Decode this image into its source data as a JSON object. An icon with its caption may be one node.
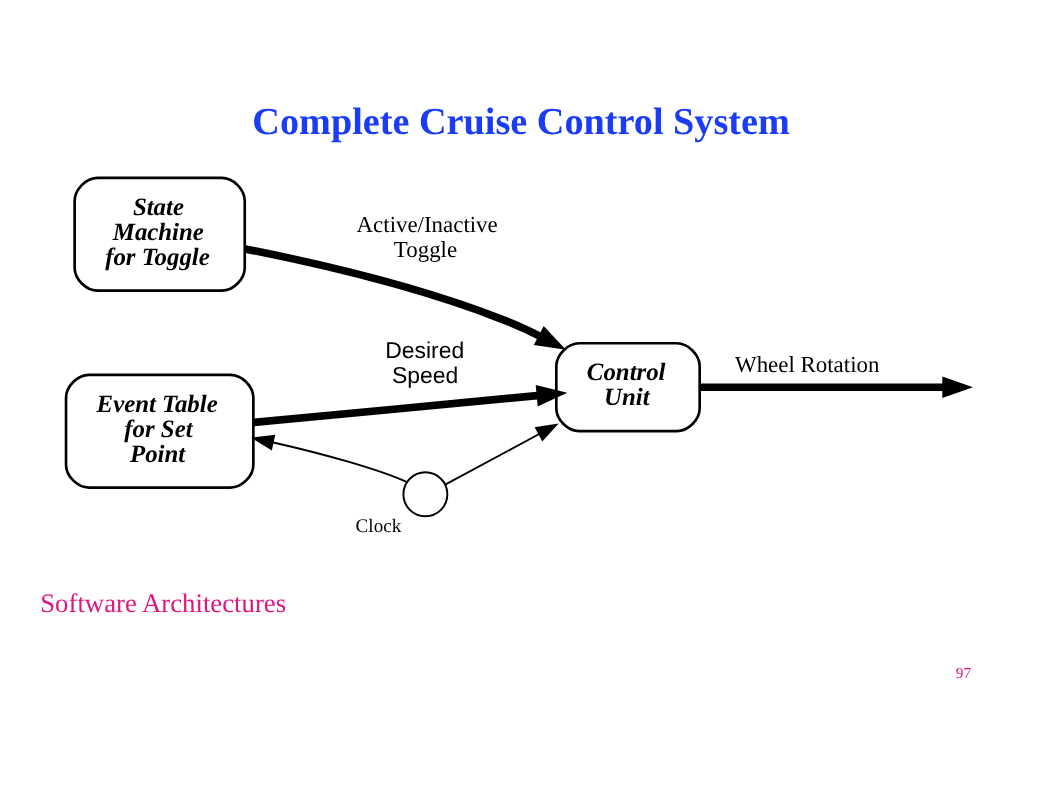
{
  "diagram": {
    "title": "Complete Cruise Control System",
    "nodes": [
      {
        "text": [
          "State Machine for Toggle"
        ]
      },
      {
        "text": [
          "Event Table for Set Point"
        ]
      },
      {
        "text": [
          "Control Unit"
        ]
      },
      {
        "text": [],
        "shape": "circle",
        "beside": [
          "Clock"
        ]
      }
    ],
    "edges": [
      {
        "from": 0,
        "to": 2,
        "arrow": "to",
        "label": "Active/Inactive Toggle"
      },
      {
        "from": 1,
        "to": 2,
        "arrow": "to",
        "label": "Desired Speed"
      },
      {
        "from": 2,
        "to": null,
        "arrow": "to",
        "label": "Wheel Rotation"
      },
      {
        "from": 3,
        "to": 1,
        "arrow": "to"
      },
      {
        "from": 3,
        "to": 2,
        "arrow": "to"
      }
    ],
    "labels": [
      "Software Architectures",
      "97"
    ]
  }
}
